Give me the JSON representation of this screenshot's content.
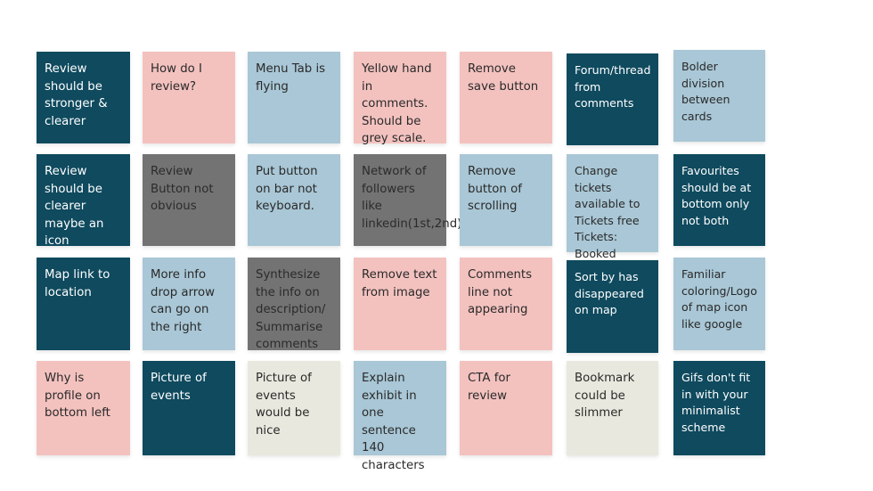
{
  "colors": {
    "teal": "#0f4a5e",
    "pink": "#f3c2bf",
    "blue": "#a9c7d6",
    "gray": "#737373",
    "cream": "#e8e8de"
  },
  "board": {
    "rows": [
      [
        {
          "color": "teal",
          "text": "Review should be stronger & clearer"
        },
        {
          "color": "pink",
          "text": "How do I review?"
        },
        {
          "color": "blue",
          "text": "Menu Tab is flying"
        },
        {
          "color": "pink",
          "text": "Yellow hand in comments. Should be grey scale."
        },
        {
          "color": "pink",
          "text": "Remove save button"
        },
        {
          "color": "teal",
          "text": "Forum/thread from comments"
        },
        {
          "color": "blue",
          "text": "Bolder division between cards"
        }
      ],
      [
        {
          "color": "teal",
          "text": "Review should be clearer maybe an icon"
        },
        {
          "color": "gray",
          "text": "Review Button not obvious"
        },
        {
          "color": "blue",
          "text": "Put button on bar not keyboard."
        },
        {
          "color": "gray",
          "text": "Network of followers like linkedin(1st,2nd)"
        },
        {
          "color": "blue",
          "text": "Remove button of scrolling"
        },
        {
          "color": "blue",
          "text": "Change tickets available to Tickets free Tickets: Booked"
        },
        {
          "color": "teal",
          "text": "Favourites should be at bottom only not both"
        }
      ],
      [
        {
          "color": "teal",
          "text": "Map link to location"
        },
        {
          "color": "blue",
          "text": "More info drop arrow can go on the right"
        },
        {
          "color": "gray",
          "text": "Synthesize the info on description/ Summarise comments"
        },
        {
          "color": "pink",
          "text": "Remove text from image"
        },
        {
          "color": "pink",
          "text": "Comments line not appearing"
        },
        {
          "color": "teal",
          "text": "Sort by has disappeared on map"
        },
        {
          "color": "blue",
          "text": "Familiar coloring/Logo of map icon like google"
        }
      ],
      [
        {
          "color": "pink",
          "text": "Why is profile on bottom left"
        },
        {
          "color": "teal",
          "text": "Picture of events"
        },
        {
          "color": "cream",
          "text": "Picture of events would be nice"
        },
        {
          "color": "blue",
          "text": "Explain exhibit in one sentence 140 characters"
        },
        {
          "color": "pink",
          "text": "CTA for review"
        },
        {
          "color": "cream",
          "text": "Bookmark could be slimmer"
        },
        {
          "color": "teal",
          "text": "Gifs don't fit in with your minimalist scheme"
        }
      ]
    ]
  }
}
